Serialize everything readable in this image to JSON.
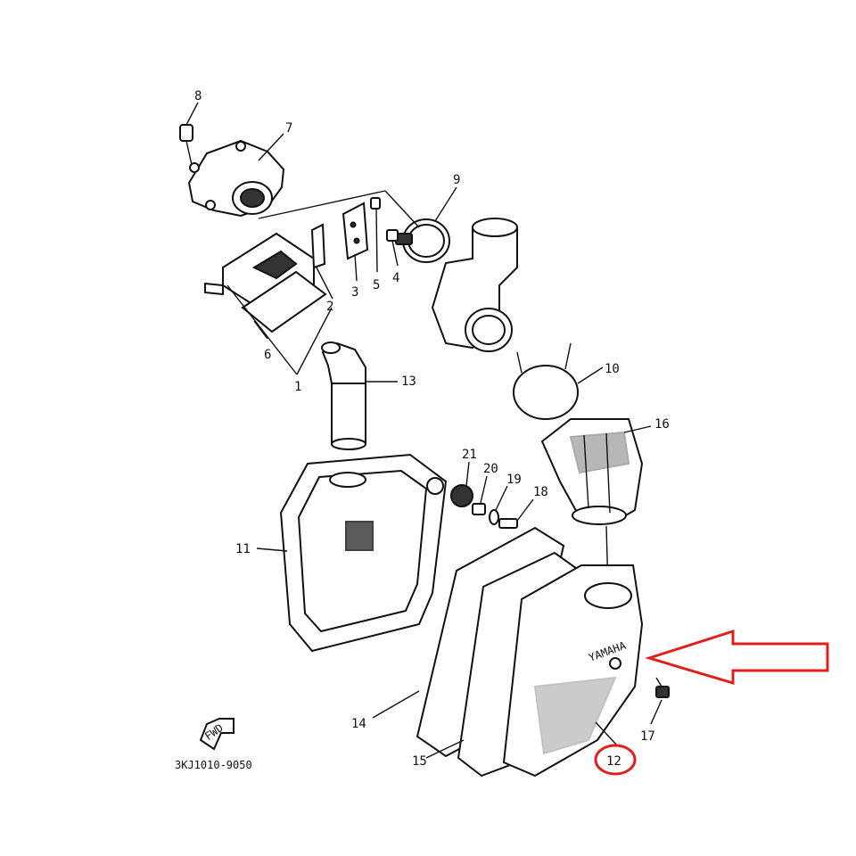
{
  "diagram": {
    "code": "3KJ1010-9050",
    "fwd_label": "FWD",
    "brand_label": "YAMAHA",
    "highlight_color": "#e0201e",
    "callouts": [
      "1",
      "2",
      "3",
      "4",
      "5",
      "6",
      "7",
      "8",
      "9",
      "10",
      "11",
      "12",
      "13",
      "14",
      "15",
      "16",
      "17",
      "18",
      "19",
      "20",
      "21"
    ],
    "highlighted_part": "12"
  }
}
